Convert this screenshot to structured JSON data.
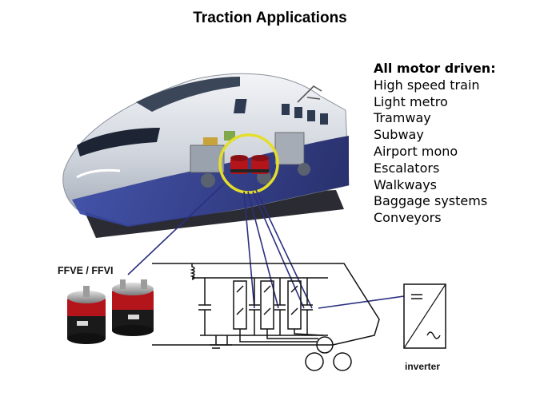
{
  "title": "Traction Applications",
  "applications": {
    "heading": "All motor driven:",
    "items": [
      "High speed train",
      "Light metro",
      "Tramway",
      "Subway",
      "Airport mono",
      "Escalators",
      "Walkways",
      "Baggage systems",
      "Conveyors"
    ]
  },
  "labels": {
    "capacitor": "FFVE / FFVI",
    "inverter": "inverter"
  },
  "colors": {
    "train_body": "#d9dde3",
    "train_stripe": "#2d3a8c",
    "highlight_circle": "#e4de2a",
    "callout_line": "#2b2f80",
    "capacitor_red": "#b3151b"
  }
}
